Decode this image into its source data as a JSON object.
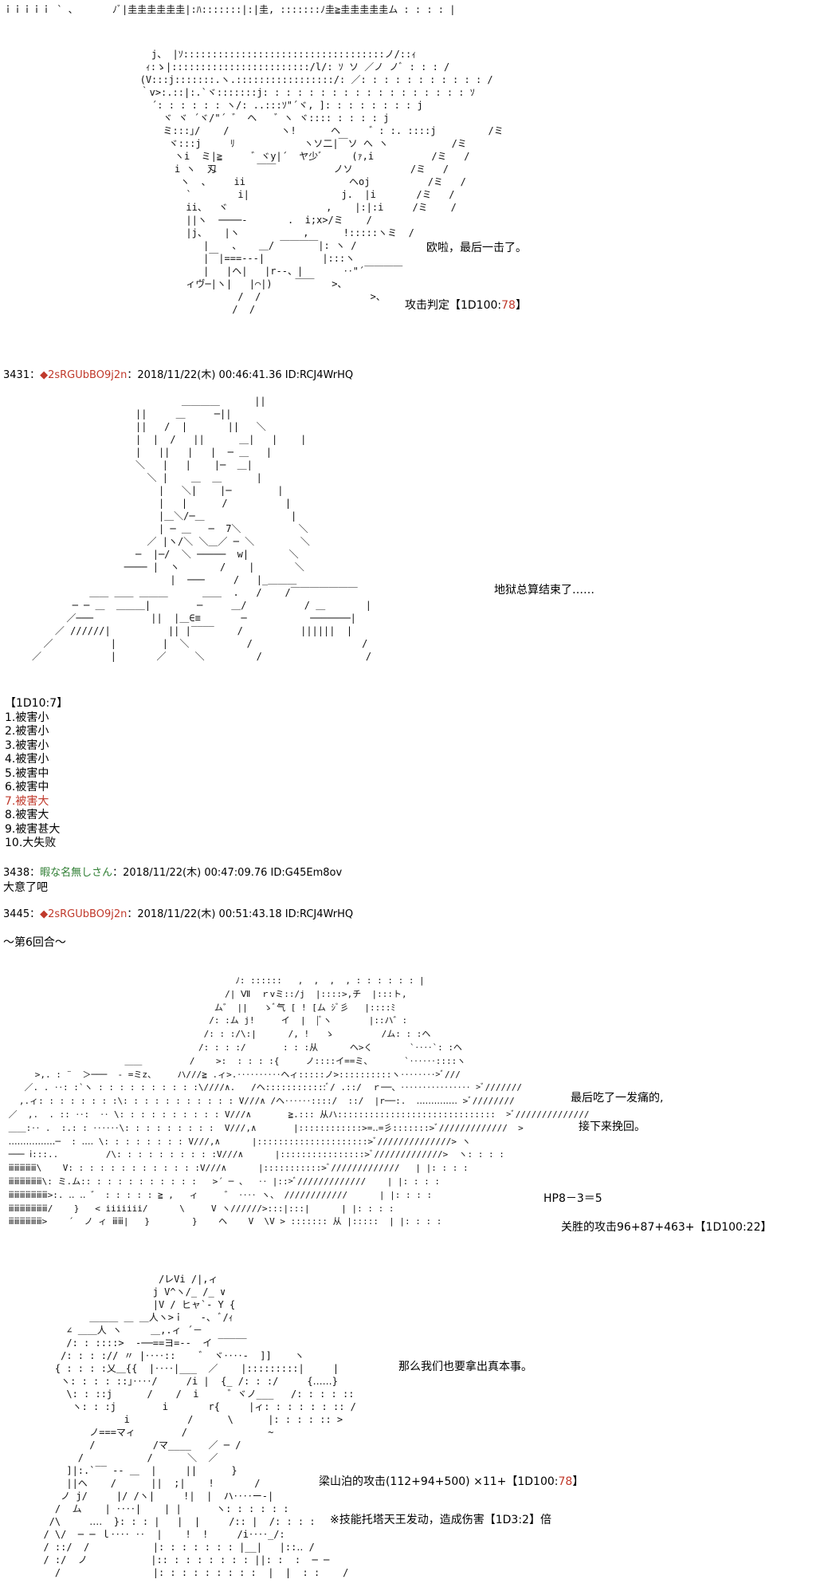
{
  "posts": [
    {
      "art_top": "ｉｉｉｉｉ ` 、      ﾉﾞ|圭圭圭圭圭圭|:ﾊ:::::::|:|圭, :::::::ﾉ圭≧圭圭圭圭圭ム : : : : |",
      "art_face": "                  j、 |ｿ:::::::::::::::::::::::::::::::::::ノ/::ｨ\n                 ｨ:ゝ|::::::::::::::::::::::::/l/: ｿ ソ ／ノ ノﾞ : : : /\n                (V:::j:::::::.ヽ.:::::::::::::::::/: ／: : : : : : : : : : : /\n                ｀v>:.::|:.`ヾ:::::::j: : : : : : : : : : : : : : : : : : ｿ\n                  ´: : : : : : ヽ/: ..:::ｿ\"´ヾ, ]: : : : : : : : j\n                    ヾ ヾ ´ヾ/\"´ ゛ ヘ   ゛ヽ ヾ:::: : : : : j\n                    ミ:::｣/    /         ヽ!      ヘ     ゛: :. ::::j         /ミ\n                     ヾ:::j     ﾘ            ヽソ二|￣ソ へ ヽ           /ミ\n                      ヽi  ミ|≧     ゛ヾy|´  ヤ少ﾞ     (ｧ,i          /ミ   /\n                      i ヽ  刄       ￣￣          ノソ          /ミ   /\n                       ヽ  、    ii                  ヘoj          /ミ   /\n                        `        i|                j.  |i       /ミ   /\n                        ii、  ヾ                 ,    |:|:i     /ミ    /\n                        ||ヽ  ────-       .  i;x>/ミ    /\n                        |j、   |ヽ           ,      !:::::ヽミ  /\n                           |    、   ＿/ ￣￣￣￣|: ヽ /\n                           |￣|===---|          |:::ヽ\n                           |   |ヘ|   |r--、|       ‥\"´￣￣￣￣\n                        ィヴ─|ヽ|   |⌒|)    ￣￣   >、\n                                 /  /                   >、\n                                /  /",
      "line1": "欧啦，最后一击了。",
      "line2_pre": "攻击判定【1D100:",
      "line2_val": "78",
      "line2_post": "】"
    }
  ],
  "hdr1": {
    "num": "3431",
    "sep": "：",
    "name": "◆2sRGUbBO9j2n",
    "date": "：2018/11/22(木) 00:46:41.36 ID:RCJ4WrHQ"
  },
  "art_mask": "                          ＿＿＿＿      ||\n                  ||     ＿     ─||\n                  ||   /  |       ||   ＼\n                  |  |  /   ||      ＿|   |    |\n                  |   ||   |   |  ─ ＿   |\n                  ＼   |   |    |─  ＿|\n                    ＼ |    ＿  ＿      |\n                      |   ＼|    |─        |\n                      |   |      /          |\n                      |＿＼/─＿               |\n                      | ─ ＿   ─  7＼          ＼\n                    ／ |ヽ/＼ ＼＿／ ─ ＼        ＼\n                  ─  |─/  ＼ ─────  w|       ＼\n                ──── |  ヽ       /    |       ＼\n                        |  ───     /   |_＿＿＿\n          ＿＿ ＿＿ ＿＿＿      ＿＿  .   /    /￣￣￣￣￣￣￣\n       ─ ─ ＿  ＿＿＿|        ─     ＿/          / ＿       |\n      ／───          ||  |＿∈≡       ─           ───────|\n    ／ //////|          || |‾‾‾‾    /          ||||||  |\n  ／          |        |  ＼          /                   /\n／            |       ／     ＼         /                  /",
  "line3": "地狱总算结束了……",
  "dice": {
    "head": "【1D10:7】",
    "items": [
      "1.被害小",
      "2.被害小",
      "3.被害小",
      "4.被害小",
      "5.被害中",
      "6.被害中"
    ],
    "hit": "7.被害大",
    "rest": [
      "8.被害大",
      "9.被害甚大",
      "10.大失败"
    ]
  },
  "hdr2": {
    "num": "3438",
    "sep": "：",
    "name": "暇な名無しさん",
    "date": "：2018/11/22(木) 00:47:09.76 ID:G45Em8ov",
    "body": "大意了吧"
  },
  "hdr3": {
    "num": "3445",
    "sep": "：",
    "name": "◆2sRGUbBO9j2n",
    "date": "：2018/11/22(木) 00:51:43.18 ID:RCJ4WrHQ",
    "round": "～第6回合～"
  },
  "art_battle": "                                            ﾉ: ::::::   ,  ,  ,  , : : : : : : |\n                                          /| Ⅶ  ｒvミ::/j  |::::>,チ  |:::ト,\n                                        ム゛ ||   ゝﾞ气 [ ! [ム ｼﾞ彡   |::::ﾐ\n                                       /: :ム j!     イ  |  |ﾞヽ       |::ハ゛:\n                                      /: : :/\\:|      /, !   ゝ         /ム: : :ヘ\n                                     /: : : :/       : : :从      ヘ>く       `‥‥`: :ヘ\n                       ＿＿         /    >:  : : : :{     ノ::::イ==ミ、      `‥‥‥::::ヽ\n      >,. : ¨  ＞───  - =ミz、    ハ///≧ .ィ>.‥‥‥‥‥ヘィ:::::ノ>::::::::::ヽ‥‥‥‥>ﾞ///\n    ／. . ‥: :`ヽ : : : : : : : : : :\\////∧.   /ヘ::::::::::::ﾞ/ .::/  ｒ──、‥‥‥‥‥‥‥‥ >ﾞ///////\n   ,.ィ: : : : : : : :\\: : : : : : : : : : : V///∧ /ヘ‥‥‥::::/  ::/  |r──:.  ‥‥‥‥‥‥‥ >ﾞ////////\n ／  ,.  . :: ‥:  ‥ \\: : : : : : : : : : V///∧       ≧.::: 从ハ::::::::::::::::::::::::::::::  >ﾞ//////////////\n ＿＿:‥ .  :.: : ‥‥‥\\: : : : : : : : :  V///,∧       |::::::::::::>=‥=彡:::::::>ﾞ/////////////  >\n ‥‥‥‥‥‥‥‥─  : ‥‥ \\: : : : : : : : V///,∧      |:::::::::::::::::::::>ﾞ//////////////> ヽ\n ─── ⅰ:::..         /\\: : : : : : : : : :V///∧      |::::::::::::::::>ﾞ/////////////>  ヽ: : : :\n ⅲⅲⅲⅲⅲ\\    V: : : : : : : : : : : : :V///∧      |:::::::::::>ﾞ/////////////   | |: : : :\n ⅲⅲⅲⅲⅲⅲ\\: ミ.ム:: : : : : : : : : : :   >´ ─ 、  ‥ |::>ﾞ/////////////    | |: : : :\n ⅲⅲⅲⅲⅲⅲⅲ>:. ‥ ‥ ゛ : : : : : ≧ ,   ィ     ゛ ‥‥ ヽ、 ////////////      | |: : : :\n ⅲⅲⅲⅲⅲⅲⅲ/    }   < iiiiiii/      \\     V ヽ//////>:::|:::|      | |: : : :\n ⅲⅲⅲⅲⅲⅲ>    ´  ノ ィ ⅲⅲ|   }        }    ヘ    V  \\V > ::::::: 从 |:::::  | |: : : :",
  "battle_lines": {
    "a": "最后吃了一发痛的,",
    "b": "接下来挽回。",
    "hp": "HP8－3＝5",
    "atk": "关胜的攻击96+87+463+【1D100:22】"
  },
  "art_char": "                      /レVi /|,ィ\n                     j V^ヽ/_ /_ ∨\n                     |V / ヒャ`- Y {\n          ＿＿＿ ＿ ＿人ヽ>ｉ   -、 ﾞ/ｨ\n      ∠ ＿＿人 ヽ     ＿,.ィ ´－\n      /: : ::::>  -──==ヨ=--  イ ‾‾‾‾‾\n     /: : : :// 〃 |‥‥::    ゛ ヾ‥‥-  ]]    ヽ\n    { : : : :乂＿{{  |‥‥|___  ／    |:::::::::|     |\n     ヽ: : : : ::｣‥‥/     /i |  {_ /: : :/     {‥‥‥}\n      \\: : ::j      /    /  i     ゛ヾノ___   /: : : : ::\n       ヽ: : :j        i       r{     |ィ: : : : : : :: /\n                i          /      \\      |: : : : :: >\n          ノ===マィ        /              ~\n          /          /マ____   ／ ─ /\n        /           /      ＼  ／\n      ]|:.`‾‾ -- ＿  |     ||      }\n      ||ヘ    /      ||  ;|    !       /\n     ノ j/     |/ /ヽ|     !|  |  ハ‥‥ー-|\n    /  ム    | ‥‥|    | |      ヽ: : : : : :\n   /\\     ‥‥  }: : : |   |  |     /:: |  /: : : :\n  / \\/  ─ ─ ｌ‥‥ ‥  |    !  !     /i‥‥_/:\n  / ::/  /           |: : : : : : : |__|   |::‥ /\n  / :/  ノ           |:: : : : : : : : ||: :  :  ─ ─\n    /                |: : : : : : : : :  |  |  : :    /",
  "char_lines": {
    "a": "那么我们也要拿出真本事。",
    "b_pre": "梁山泊的攻击(112+94+500) ×11+【1D100:",
    "b_val": "78",
    "b_post": "】",
    "c": "※技能托塔天王发动，造成伤害【1D3:2】倍"
  }
}
